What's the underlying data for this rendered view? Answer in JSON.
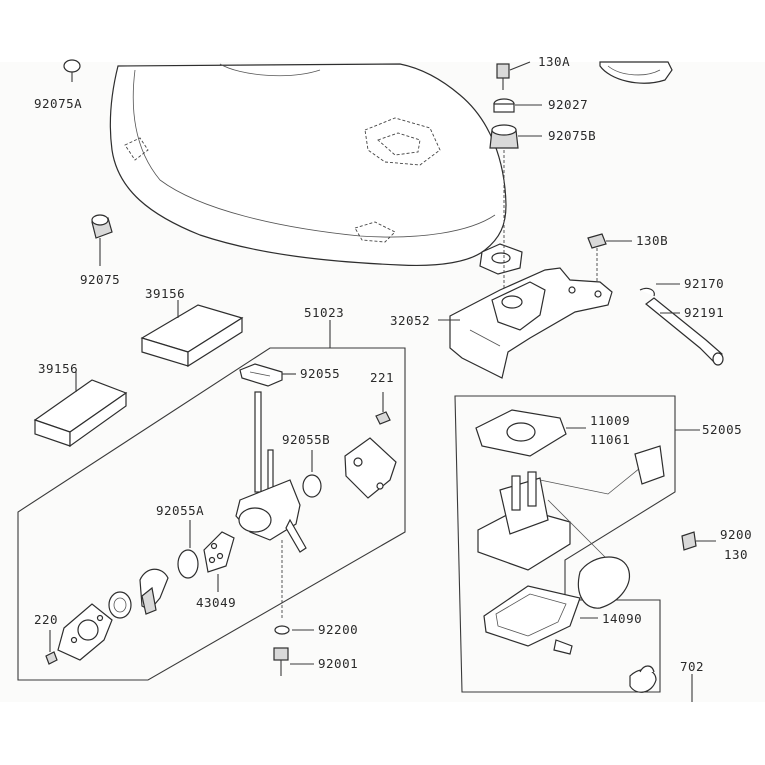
{
  "diagram": {
    "callouts": [
      {
        "id": "c-92075A",
        "text": "92075A"
      },
      {
        "id": "c-130A",
        "text": "130A"
      },
      {
        "id": "c-92027",
        "text": "92027"
      },
      {
        "id": "c-92075B",
        "text": "92075B"
      },
      {
        "id": "c-92075",
        "text": "92075"
      },
      {
        "id": "c-130B",
        "text": "130B"
      },
      {
        "id": "c-39156a",
        "text": "39156"
      },
      {
        "id": "c-51023",
        "text": "51023"
      },
      {
        "id": "c-92170",
        "text": "92170"
      },
      {
        "id": "c-32052",
        "text": "32052"
      },
      {
        "id": "c-92191",
        "text": "92191"
      },
      {
        "id": "c-39156b",
        "text": "39156"
      },
      {
        "id": "c-92055",
        "text": "92055"
      },
      {
        "id": "c-221",
        "text": "221"
      },
      {
        "id": "c-11009",
        "text": "11009"
      },
      {
        "id": "c-11061",
        "text": "11061"
      },
      {
        "id": "c-52005",
        "text": "52005"
      },
      {
        "id": "c-92055B",
        "text": "92055B"
      },
      {
        "id": "c-92055A",
        "text": "92055A"
      },
      {
        "id": "c-9200",
        "text": "9200"
      },
      {
        "id": "c-130",
        "text": "130"
      },
      {
        "id": "c-43049",
        "text": "43049"
      },
      {
        "id": "c-220",
        "text": "220"
      },
      {
        "id": "c-14090",
        "text": "14090"
      },
      {
        "id": "c-92200",
        "text": "92200"
      },
      {
        "id": "c-92001",
        "text": "92001"
      },
      {
        "id": "c-702",
        "text": "702"
      }
    ]
  },
  "colors": {
    "paper": "#fbfbfa",
    "ink": "#2e2e2e",
    "background": "#ffffff"
  }
}
